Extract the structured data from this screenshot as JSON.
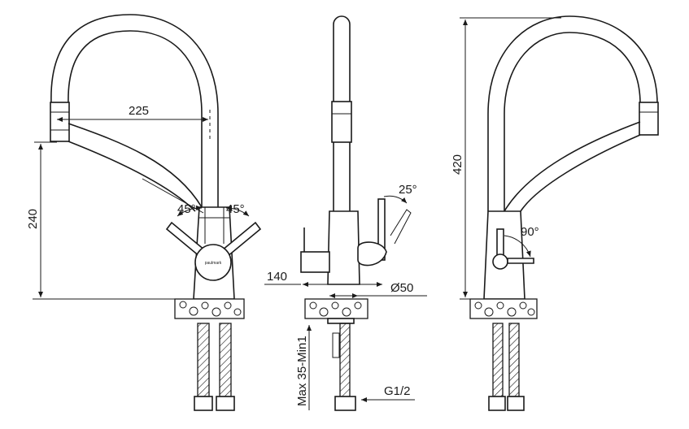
{
  "diagram": {
    "brand": "paulmark",
    "front_view": {
      "spout_reach": "225",
      "spout_height": "240",
      "left_handle_angle": "45°",
      "right_handle_angle": "45°"
    },
    "side_view": {
      "handle_angle": "25°",
      "depth": "140",
      "base_diameter": "Ø50",
      "countertop_thickness": "Max 35-Min1",
      "connection": "G1/2"
    },
    "back_view": {
      "total_height": "420",
      "handle_angle": "90°"
    }
  }
}
